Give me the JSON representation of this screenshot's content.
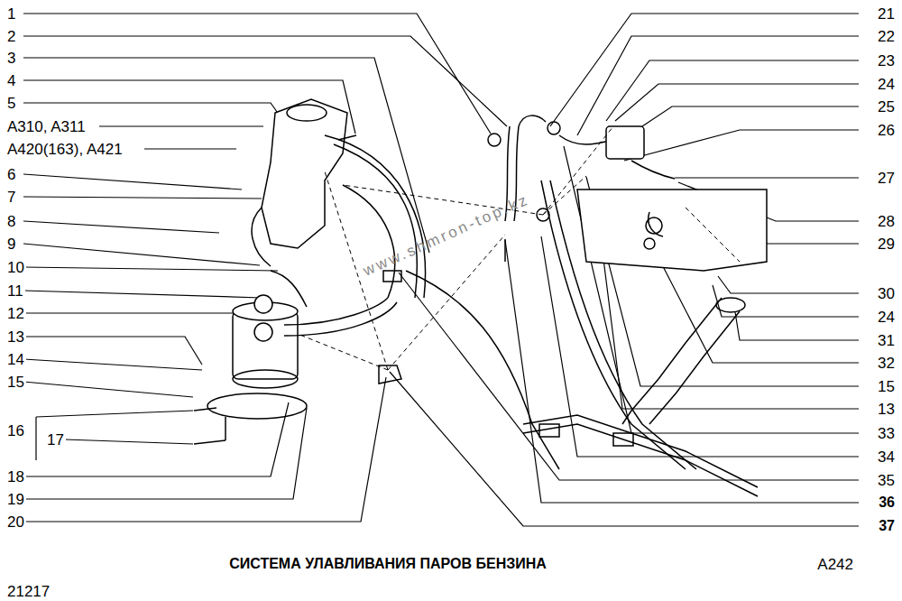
{
  "diagram": {
    "title": "СИСТЕМА УЛАВЛИВАНИЯ ПАРОВ БЕНЗИНА",
    "labels": [
      "1",
      "2",
      "3",
      "4",
      "5",
      "A310, A311",
      "A420(163), A421",
      "6",
      "7",
      "8",
      "9",
      "10",
      "11",
      "12",
      "13",
      "14",
      "15",
      "16",
      "17",
      "18",
      "19",
      "20",
      "21",
      "22",
      "23",
      "24",
      "25",
      "26",
      "27",
      "28",
      "29",
      "30",
      "24",
      "31",
      "32",
      "15",
      "13",
      "33",
      "34",
      "35",
      "36",
      "37",
      "A242",
      "21217",
      "www.shmron-top.kz"
    ]
  }
}
